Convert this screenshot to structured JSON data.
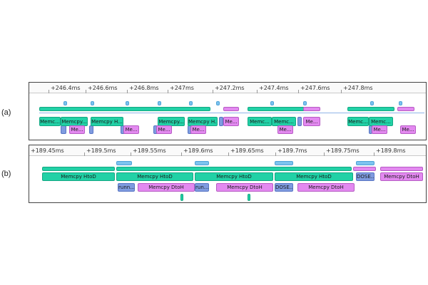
{
  "panels": [
    {
      "label": "(a)",
      "ticks": [
        "+246.4ms",
        "+246.6ms",
        "+246.8ms",
        "+247ms",
        "+247.2ms",
        "+247.4ms",
        "+247.6ms",
        "+247.8ms"
      ],
      "blocks": [
        {
          "text": "Memc...",
          "color": "teal"
        },
        {
          "text": "Memcpy...",
          "color": "teal"
        },
        {
          "text": "Memcpy H...",
          "color": "teal"
        },
        {
          "text": "Memcpy...",
          "color": "teal"
        },
        {
          "text": "Memcpy H...",
          "color": "teal"
        },
        {
          "text": "Me...",
          "color": "violet"
        },
        {
          "text": "Memc...",
          "color": "teal"
        },
        {
          "text": "Memc...",
          "color": "teal"
        },
        {
          "text": "Me...",
          "color": "violet"
        },
        {
          "text": "Memc...",
          "color": "teal"
        },
        {
          "text": "Memc...",
          "color": "teal"
        },
        {
          "text": "Me...",
          "color": "violet"
        },
        {
          "text": "Me...",
          "color": "violet"
        },
        {
          "text": "Me...",
          "color": "violet"
        },
        {
          "text": "Me...",
          "color": "violet"
        },
        {
          "text": "Me...",
          "color": "violet"
        },
        {
          "text": "Me...",
          "color": "violet"
        },
        {
          "text": "Me...",
          "color": "violet"
        }
      ]
    },
    {
      "label": "(b)",
      "ticks": [
        "+189.45ms",
        "+189.5ms",
        "+189.55ms",
        "+189.6ms",
        "+189.65ms",
        "+189.7ms",
        "+189.75ms",
        "+189.8ms"
      ],
      "blocks": [
        {
          "text": "Memcpy HtoD",
          "color": "teal"
        },
        {
          "text": "Memcpy HtoD",
          "color": "teal"
        },
        {
          "text": "Memcpy HtoD",
          "color": "teal"
        },
        {
          "text": "Memcpy HtoD",
          "color": "teal"
        },
        {
          "text": "DOSE...",
          "color": "blue"
        },
        {
          "text": "Memcpy DtoH",
          "color": "violet"
        },
        {
          "text": "runn...",
          "color": "blue"
        },
        {
          "text": "Memcpy DtoH",
          "color": "violet"
        },
        {
          "text": "run...",
          "color": "blue"
        },
        {
          "text": "Memcpy DtoH",
          "color": "violet"
        },
        {
          "text": "DOSE...",
          "color": "blue"
        },
        {
          "text": "Memcpy DtoH",
          "color": "violet"
        }
      ]
    }
  ]
}
